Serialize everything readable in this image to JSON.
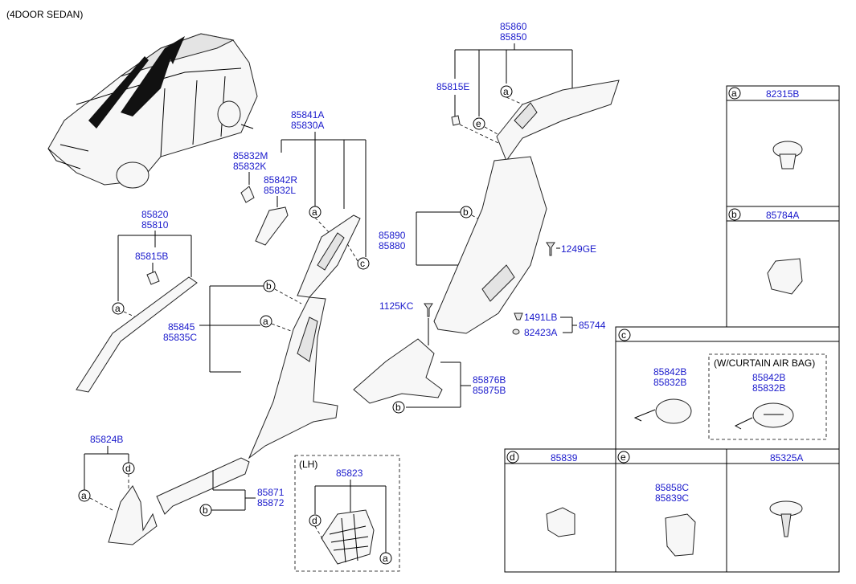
{
  "title": "(4DOOR SEDAN)",
  "parts": {
    "p85860": "85860",
    "p85850": "85850",
    "p85815E": "85815E",
    "p85841A": "85841A",
    "p85830A": "85830A",
    "p85832M": "85832M",
    "p85832K": "85832K",
    "p85842R": "85842R",
    "p85832L": "85832L",
    "p85820": "85820",
    "p85810": "85810",
    "p85815B": "85815B",
    "p85890": "85890",
    "p85880": "85880",
    "p1249GE": "1249GE",
    "p1125KC": "1125KC",
    "p1491LB": "1491LB",
    "p82423A": "82423A",
    "p85744": "85744",
    "p85845": "85845",
    "p85835C": "85835C",
    "p85876B": "85876B",
    "p85875B": "85875B",
    "p85824B": "85824B",
    "p85871": "85871",
    "p85872": "85872",
    "p85823": "85823"
  },
  "lh_label": "(LH)",
  "callouts": {
    "a": "a",
    "b": "b",
    "c": "c",
    "d": "d",
    "e": "e"
  },
  "legend": {
    "a_code": "82315B",
    "b_code": "85784A",
    "c_code1": "85842B",
    "c_code2": "85832B",
    "c_airbag_label": "(W/CURTAIN AIR BAG)",
    "c_airbag_code1": "85842B",
    "c_airbag_code2": "85832B",
    "d_code": "85839",
    "e_code1": "85858C",
    "e_code2": "85839C",
    "f_code": "85325A"
  }
}
